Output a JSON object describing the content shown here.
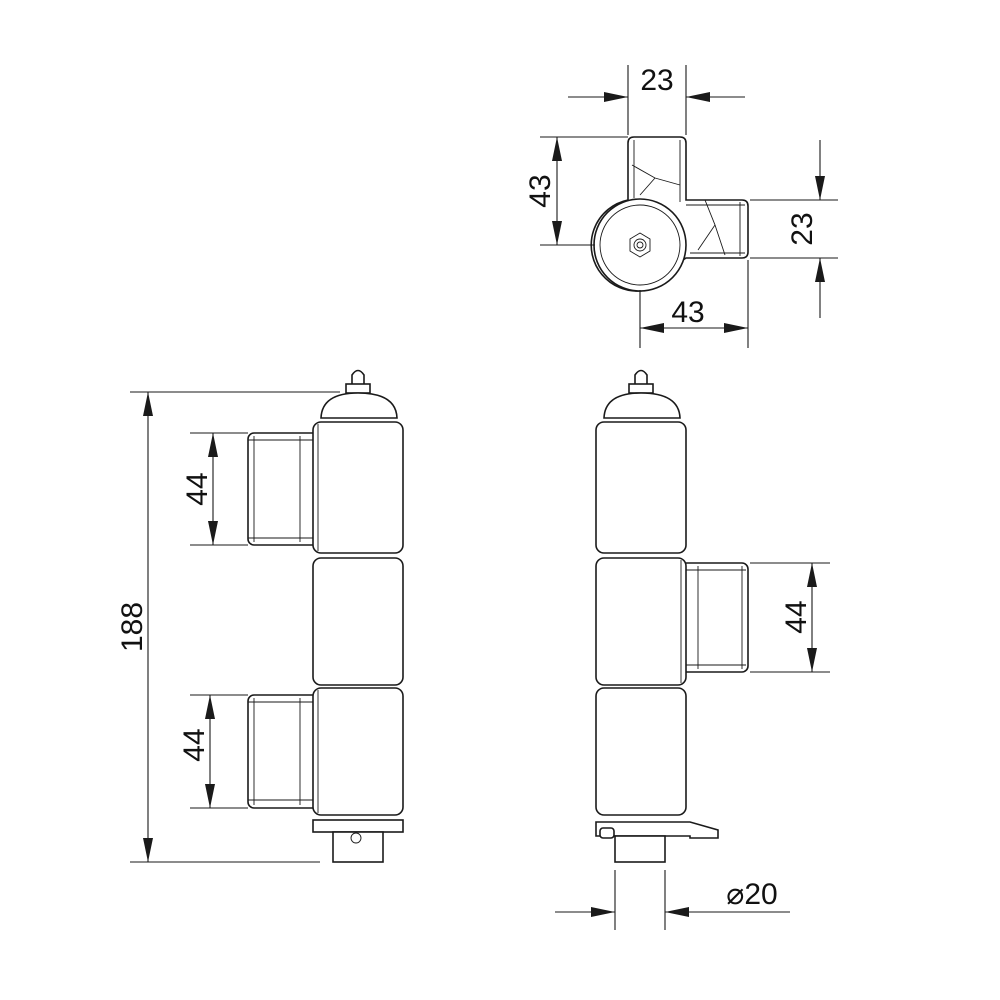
{
  "drawing": {
    "top_view": {
      "width_top": "23",
      "depth_left": "43",
      "width_right": "23",
      "depth_bottom": "43"
    },
    "side_view_left": {
      "overall_height": "188",
      "leaf_top": "44",
      "leaf_bottom": "44"
    },
    "side_view_right": {
      "leaf_middle": "44",
      "pin_diameter": "⌀20"
    }
  }
}
